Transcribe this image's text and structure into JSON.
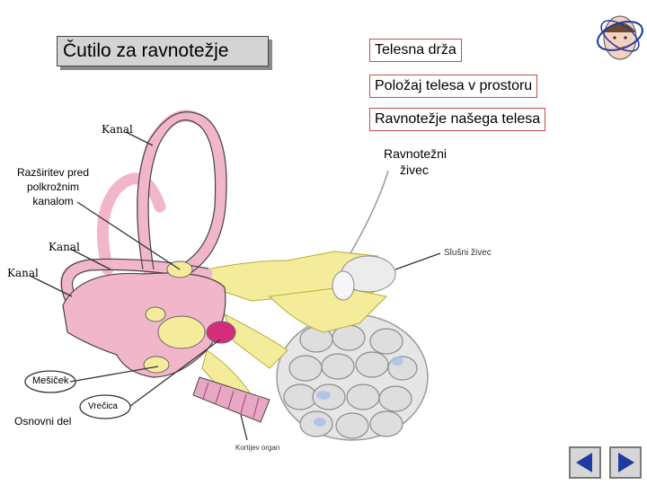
{
  "title": "Čutilo za ravnotežje",
  "notes": [
    "Telesna drža",
    "Položaj telesa v prostoru",
    "Ravnotežje našega telesa"
  ],
  "labels": {
    "ravnotezni_zivec": [
      "Ravnotežni",
      "živec"
    ],
    "slusni_zivec": "Slušni živec",
    "kanal_top": "Kanal",
    "razsiritev": [
      "Razširitev pred",
      "polkrožnim",
      "kanalom"
    ],
    "kanal_mid": "Kanal",
    "kanal_left": "Kanal",
    "mesicek": "Mešiček",
    "vrecica": "Vrečica",
    "osnovni_del": "Osnovni del",
    "kortijev_organ": "Kortijev organ"
  },
  "colors": {
    "pink": "#f2b6cb",
    "yellow": "#f4ec9a",
    "gray": "#d9d9d9",
    "red": "#c0504d",
    "accent": "#1f3aa0"
  },
  "nav": {
    "prev": "prev-slide-icon",
    "next": "next-slide-icon"
  }
}
